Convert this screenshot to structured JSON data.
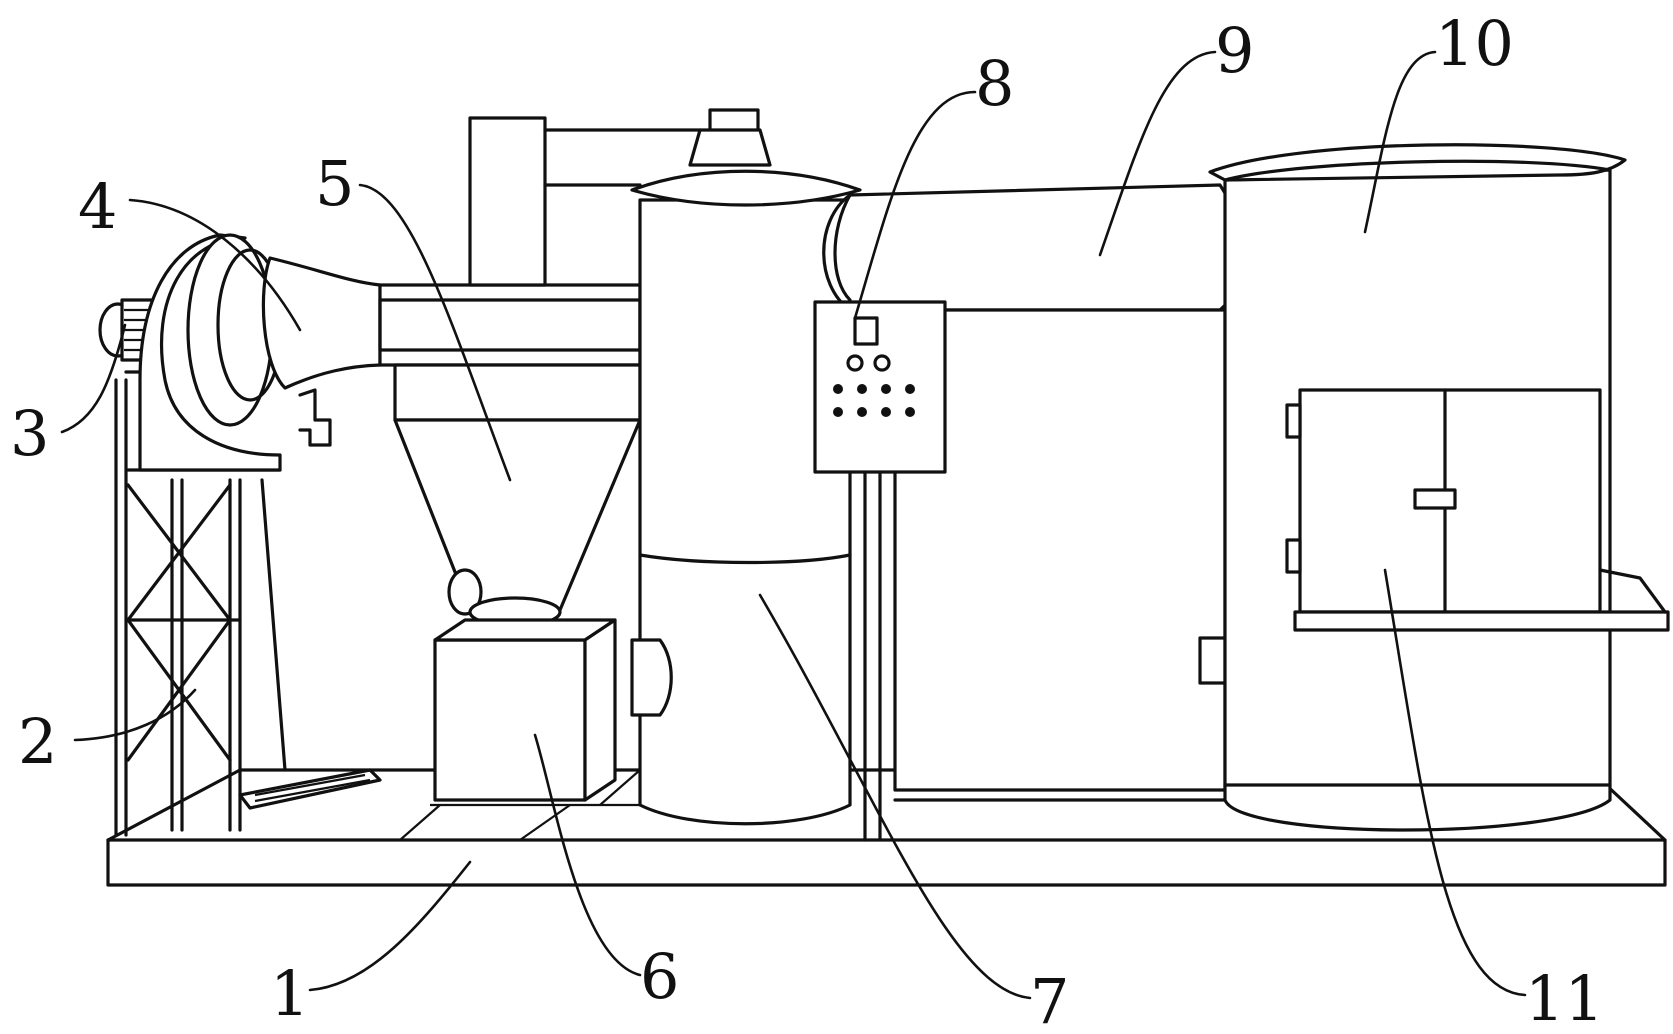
{
  "labels": [
    {
      "id": "1",
      "text": "1"
    },
    {
      "id": "2",
      "text": "2"
    },
    {
      "id": "3",
      "text": "3"
    },
    {
      "id": "4",
      "text": "4"
    },
    {
      "id": "5",
      "text": "5"
    },
    {
      "id": "6",
      "text": "6"
    },
    {
      "id": "7",
      "text": "7"
    },
    {
      "id": "8",
      "text": "8"
    },
    {
      "id": "9",
      "text": "9"
    },
    {
      "id": "10",
      "text": "10"
    },
    {
      "id": "11",
      "text": "11"
    }
  ],
  "colors": {
    "line": "#111111",
    "background": "#ffffff"
  }
}
